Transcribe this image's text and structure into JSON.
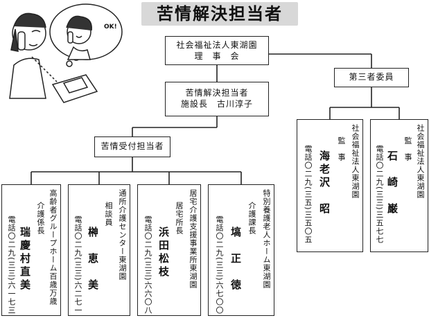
{
  "title": "苦情解決担当者",
  "illustration": {
    "speech_bubble": "OK!"
  },
  "board": {
    "line1": "社会福祉法人東湖園",
    "line2": "理　事　会"
  },
  "third_party_committee": "第三者委員",
  "resolver": {
    "line1": "苦情解決担当者",
    "line2": "施設長　古川淳子"
  },
  "receiver": "苦情受付担当者",
  "staff": [
    {
      "org": "高齢者グループホーム百歳万歳",
      "role": "介護係長",
      "name": "瑞慶村直美",
      "phone": "電話〇二九(三三)六一七三"
    },
    {
      "org": "通所介護センター東湖園",
      "role": "相談員",
      "name": "榊　恵　美",
      "phone": "電話〇二九(三三)六二七一"
    },
    {
      "org": "居宅介護支援事業所東湖園",
      "role": "居宅所長",
      "name": "浜田松枝",
      "phone": "電話〇二九(三三)六六〇八"
    },
    {
      "org": "特別養護老人ホーム東湖園",
      "role": "介護課長",
      "name": "塙　正　徳",
      "phone": "電話〇二九(三三)六七〇〇"
    }
  ],
  "auditors": [
    {
      "org": "社会福祉法人東湖園",
      "role": "監　事",
      "name": "海老沢　昭",
      "phone": "電話〇二九(三五)三五〇五"
    },
    {
      "org": "社会福祉法人東湖園",
      "role": "監　事",
      "name": "石　崎　巌",
      "phone": "電話〇二九(三三)三五七七"
    }
  ]
}
